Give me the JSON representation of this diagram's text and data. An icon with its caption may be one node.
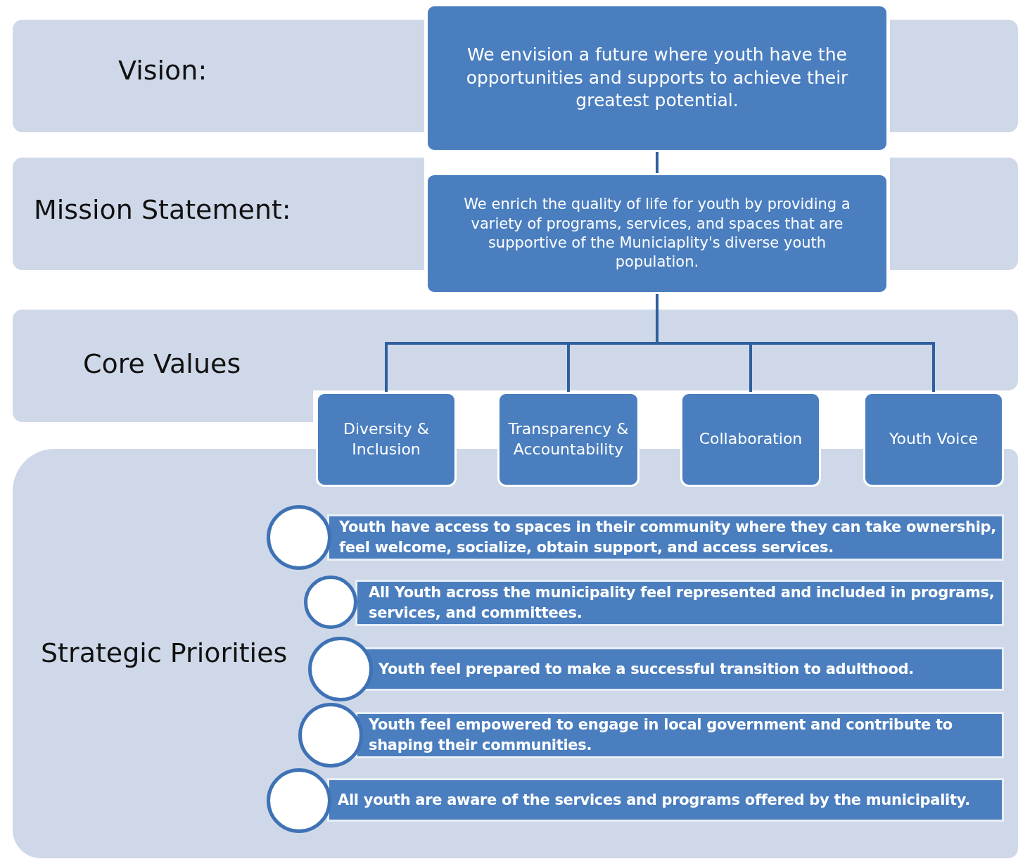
{
  "diagram": {
    "nodes": [
      {
        "text": [
          "Vision:"
        ]
      },
      {
        "text": [
          "We envision a future where youth have the opportunities and supports to achieve their greatest potential."
        ]
      },
      {
        "text": [
          "Mission Statement:"
        ]
      },
      {
        "text": [
          "We enrich the  quality of life for youth by providing a variety of programs, services, and spaces that are supportive of the Municiaplity's diverse youth population."
        ]
      },
      {
        "text": [
          "Core Values"
        ]
      },
      {
        "text": [
          "Diversity & Inclusion"
        ]
      },
      {
        "text": [
          "Transparency & Accountability"
        ]
      },
      {
        "text": [
          "Collaboration"
        ]
      },
      {
        "text": [
          "Youth Voice"
        ]
      },
      {
        "text": [
          "Strategic Priorities"
        ]
      },
      {
        "text": [
          "Youth have access to spaces in their community where they can take ownership, feel welcome, socialize, obtain support, and access services."
        ],
        "in": 9
      },
      {
        "text": [
          "All Youth across the municipality feel represented and included in programs, services, and committees."
        ],
        "in": 9
      },
      {
        "text": [
          "Youth feel prepared to make a successful transition to adulthood."
        ],
        "in": 9
      },
      {
        "text": [
          "Youth feel empowered to engage in local government and contribute to shaping their communities."
        ],
        "in": 9
      },
      {
        "text": [
          "All youth are aware of the services and programs offered by the municipality."
        ],
        "in": 9
      },
      {
        "text": [],
        "shape": "circle",
        "in": 9
      },
      {
        "text": [],
        "shape": "circle",
        "in": 9
      },
      {
        "text": [],
        "shape": "circle",
        "in": 9
      },
      {
        "text": [],
        "shape": "circle",
        "in": 9
      },
      {
        "text": [],
        "shape": "circle",
        "in": 9
      }
    ],
    "edges": [
      {
        "from": 1,
        "to": 3,
        "arrow": "none"
      },
      {
        "from": 3,
        "to": 5,
        "arrow": "none"
      },
      {
        "from": 3,
        "to": 6,
        "arrow": "none"
      },
      {
        "from": 3,
        "to": 7,
        "arrow": "none"
      },
      {
        "from": 3,
        "to": 8,
        "arrow": "none"
      }
    ]
  }
}
